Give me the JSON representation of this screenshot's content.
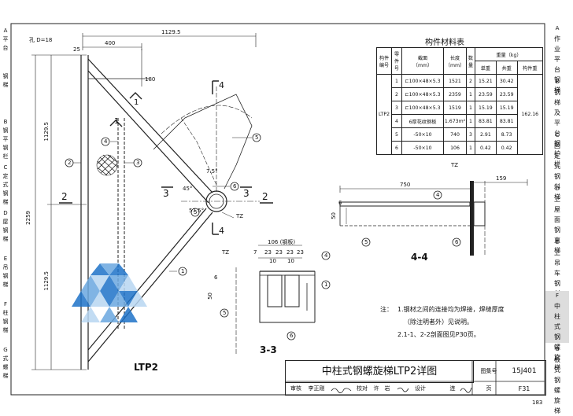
{
  "sheet": {
    "page_number_fragment": "183",
    "drawing_title": "中柱式钢螺旋梯LTP2详图",
    "atlas_label": "图集号",
    "atlas_no": "15J401",
    "page_label": "页",
    "page_no": "F31",
    "signature_row": [
      "审核",
      "李正刚",
      "校对",
      "许",
      "岩",
      "设计",
      "",
      "连"
    ],
    "main_view_label": "LTP2",
    "section_3_3": "3-3",
    "section_4_4": "4-4"
  },
  "left_tabs": [
    {
      "code": "A",
      "text": "平台"
    },
    {
      "code": "",
      "text": "钢梯"
    },
    {
      "code": "B",
      "text": "钢平钢栏"
    },
    {
      "code": "C",
      "text": "定式钢梯"
    },
    {
      "code": "D",
      "text": "屋钢梯"
    },
    {
      "code": "E",
      "text": "吊钢梯"
    },
    {
      "code": "F",
      "text": "柱钢梯"
    },
    {
      "code": "G",
      "text": "式螺梯"
    }
  ],
  "right_tabs": [
    {
      "code": "A",
      "text": "作业平台钢梯",
      "active": false
    },
    {
      "code": "B",
      "text": "钢梯及平台钢护栏",
      "active": false
    },
    {
      "code": "C",
      "text": "固定式钢斜梯",
      "active": false
    },
    {
      "code": "D",
      "text": "上屋面钢直梯",
      "active": false
    },
    {
      "code": "E",
      "text": "上吊车钢斜梯",
      "active": false
    },
    {
      "code": "F",
      "text": "中柱式钢螺旋梯",
      "active": true
    },
    {
      "code": "G",
      "text": "板式钢螺旋梯",
      "active": false
    }
  ],
  "materials": {
    "title": "构件材料表",
    "headers": {
      "member_no": "构件编号",
      "part_no": "零件号",
      "section": "截面",
      "section_unit": "（mm）",
      "length": "长度",
      "length_unit": "（mm）",
      "qty": "数量",
      "weight": "重量（kg）",
      "unit_w": "单重",
      "total_w": "共重",
      "member_w": "构件重"
    },
    "member": "LTP2",
    "member_weight": "162.16",
    "rows": [
      {
        "no": "1",
        "section": "⊏100×48×5.3",
        "length": "1521",
        "qty": "2",
        "unit": "15.21",
        "total": "30.42"
      },
      {
        "no": "2",
        "section": "⊏100×48×5.3",
        "length": "2359",
        "qty": "1",
        "unit": "23.59",
        "total": "23.59"
      },
      {
        "no": "3",
        "section": "⊏100×48×5.3",
        "length": "1519",
        "qty": "1",
        "unit": "15.19",
        "total": "15.19"
      },
      {
        "no": "4",
        "section": "6厚花纹钢板",
        "length": "1.673m²",
        "qty": "1",
        "unit": "83.81",
        "total": "83.81"
      },
      {
        "no": "5",
        "section": "-50×10",
        "length": "740",
        "qty": "3",
        "unit": "2.91",
        "total": "8.73"
      },
      {
        "no": "6",
        "section": "-50×10",
        "length": "106",
        "qty": "1",
        "unit": "0.42",
        "total": "0.42"
      }
    ]
  },
  "notes": {
    "label": "注：",
    "line1": "1.钢材之间的连接均为焊接，焊缝厚度",
    "line2": "（除注明者外）见说明。",
    "line3": "2.1-1、2-2剖面图见P30页。"
  },
  "dims": {
    "top_width": "1129.5",
    "d400": "400",
    "d25": "25",
    "hole": "孔 D=18",
    "d180": "180",
    "height_total": "2259",
    "height_upper": "1129.5",
    "height_lower": "1129.5",
    "angle1": "45°",
    "angle2": "7.5°",
    "angle3": "57.5°",
    "tz": "TZ",
    "d750": "750",
    "d159": "159",
    "d50": "50",
    "d6": "6",
    "d106": "106 (钢板)",
    "d7": "7",
    "d23": "23",
    "d10": "10"
  },
  "markers": {
    "s1": "1",
    "s2": "2",
    "s3": "3",
    "s4": "4",
    "c1": "1",
    "c2": "2",
    "c3": "3",
    "c4": "4",
    "c5": "5",
    "c6": "6"
  },
  "colors": {
    "line": "#222222",
    "watermark": "#1e73c8"
  }
}
